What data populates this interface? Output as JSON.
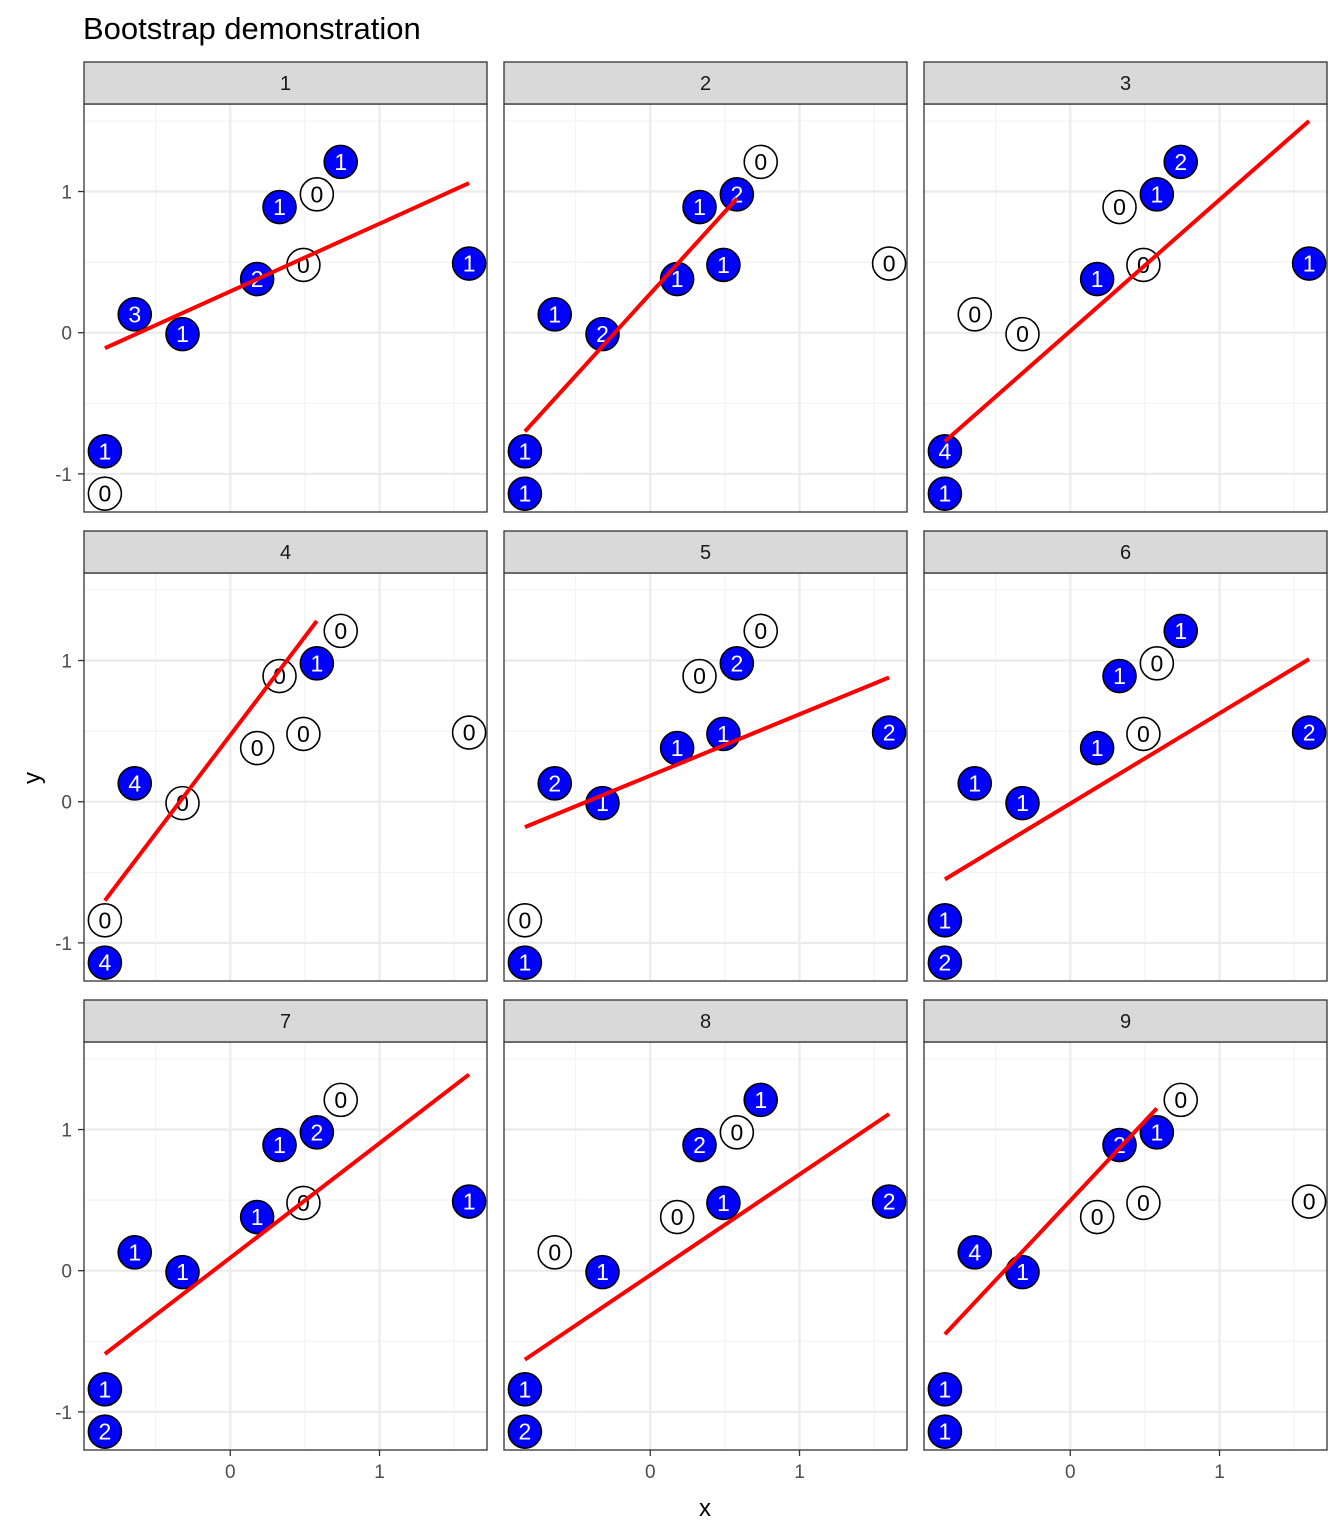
{
  "chart_data": {
    "type": "scatter",
    "title": "Bootstrap demonstration",
    "xlabel": "x",
    "ylabel": "y",
    "xlim": [
      -0.98,
      1.72
    ],
    "ylim": [
      -1.27,
      1.62
    ],
    "x_ticks": [
      0,
      1
    ],
    "y_ticks": [
      -1,
      0,
      1
    ],
    "grid": true,
    "colors": {
      "selected_fill": "#0000ff",
      "unselected_fill": "#ffffff",
      "point_stroke": "#000000",
      "fit_line": "#ff0000",
      "strip_fill": "#d9d9d9",
      "grid_major": "#ebebeb",
      "grid_minor": "#f3f3f3"
    },
    "points": [
      {
        "x": -0.84,
        "y": -1.14
      },
      {
        "x": -0.84,
        "y": -0.84
      },
      {
        "x": -0.64,
        "y": 0.13
      },
      {
        "x": -0.32,
        "y": -0.01
      },
      {
        "x": 0.18,
        "y": 0.38
      },
      {
        "x": 0.33,
        "y": 0.89
      },
      {
        "x": 0.49,
        "y": 0.48
      },
      {
        "x": 0.58,
        "y": 0.98
      },
      {
        "x": 0.74,
        "y": 1.21
      },
      {
        "x": 1.6,
        "y": 0.49
      }
    ],
    "panels": [
      {
        "label": "1",
        "counts": [
          0,
          1,
          3,
          1,
          2,
          1,
          0,
          0,
          1,
          1
        ],
        "line": {
          "x": [
            -0.84,
            1.6
          ],
          "y": [
            -0.11,
            1.06
          ]
        }
      },
      {
        "label": "2",
        "counts": [
          1,
          1,
          1,
          2,
          1,
          1,
          1,
          2,
          0,
          0
        ],
        "line": {
          "x": [
            -0.84,
            0.58
          ],
          "y": [
            -0.7,
            0.95
          ]
        }
      },
      {
        "label": "3",
        "counts": [
          1,
          4,
          0,
          0,
          1,
          0,
          0,
          1,
          2,
          1
        ],
        "line": {
          "x": [
            -0.84,
            1.6
          ],
          "y": [
            -0.77,
            1.5
          ]
        }
      },
      {
        "label": "4",
        "counts": [
          4,
          0,
          4,
          0,
          0,
          0,
          0,
          1,
          0,
          0
        ],
        "line": {
          "x": [
            -0.84,
            0.58
          ],
          "y": [
            -0.7,
            1.28
          ]
        }
      },
      {
        "label": "5",
        "counts": [
          1,
          0,
          2,
          1,
          1,
          0,
          1,
          2,
          0,
          2
        ],
        "line": {
          "x": [
            -0.84,
            1.6
          ],
          "y": [
            -0.18,
            0.88
          ]
        }
      },
      {
        "label": "6",
        "counts": [
          2,
          1,
          1,
          1,
          1,
          1,
          0,
          0,
          1,
          2
        ],
        "line": {
          "x": [
            -0.84,
            1.6
          ],
          "y": [
            -0.55,
            1.01
          ]
        }
      },
      {
        "label": "7",
        "counts": [
          2,
          1,
          1,
          1,
          1,
          1,
          0,
          2,
          0,
          1
        ],
        "line": {
          "x": [
            -0.84,
            1.6
          ],
          "y": [
            -0.59,
            1.39
          ]
        }
      },
      {
        "label": "8",
        "counts": [
          2,
          1,
          0,
          1,
          0,
          2,
          1,
          0,
          1,
          2
        ],
        "line": {
          "x": [
            -0.84,
            1.6
          ],
          "y": [
            -0.63,
            1.11
          ]
        }
      },
      {
        "label": "9",
        "counts": [
          1,
          1,
          4,
          1,
          0,
          2,
          0,
          1,
          0,
          0
        ],
        "line": {
          "x": [
            -0.84,
            0.58
          ],
          "y": [
            -0.45,
            1.15
          ]
        }
      }
    ]
  }
}
